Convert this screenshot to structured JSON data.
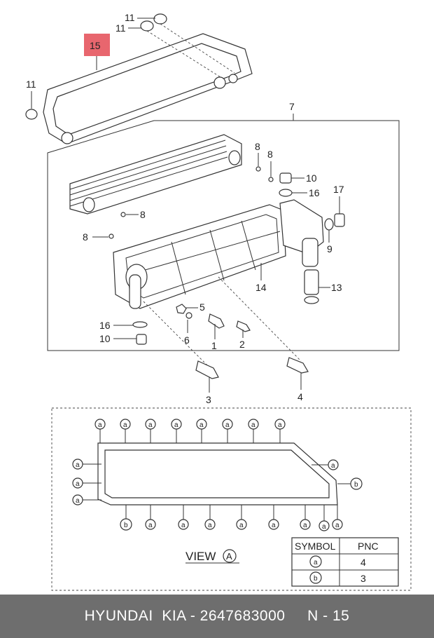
{
  "callouts": {
    "c11a": "11",
    "c11b": "11",
    "c15": "15",
    "c11c": "11",
    "c7": "7",
    "c8a": "8",
    "c8b": "8",
    "c8c": "8",
    "c8d": "8",
    "c10a": "10",
    "c16a": "16",
    "c17": "17",
    "c9": "9",
    "c14": "14",
    "c13": "13",
    "c5": "5",
    "c16b": "16",
    "c10b": "10",
    "c6": "6",
    "c1": "1",
    "c2": "2",
    "c3": "3",
    "c4": "4"
  },
  "symbol_a": "a",
  "symbol_b": "b",
  "view": {
    "text": "VIEW",
    "symbol": "A"
  },
  "table": {
    "header": [
      "SYMBOL",
      "PNC"
    ],
    "rows": [
      {
        "symbol": "a",
        "pnc": "4"
      },
      {
        "symbol": "b",
        "pnc": "3"
      }
    ]
  },
  "colors": {
    "highlight": "#e8666e",
    "footer_bg": "#6e6e6e"
  },
  "footer": {
    "brand": "HYUNDAI  KIA - 2647683000",
    "page": "N - 15"
  }
}
